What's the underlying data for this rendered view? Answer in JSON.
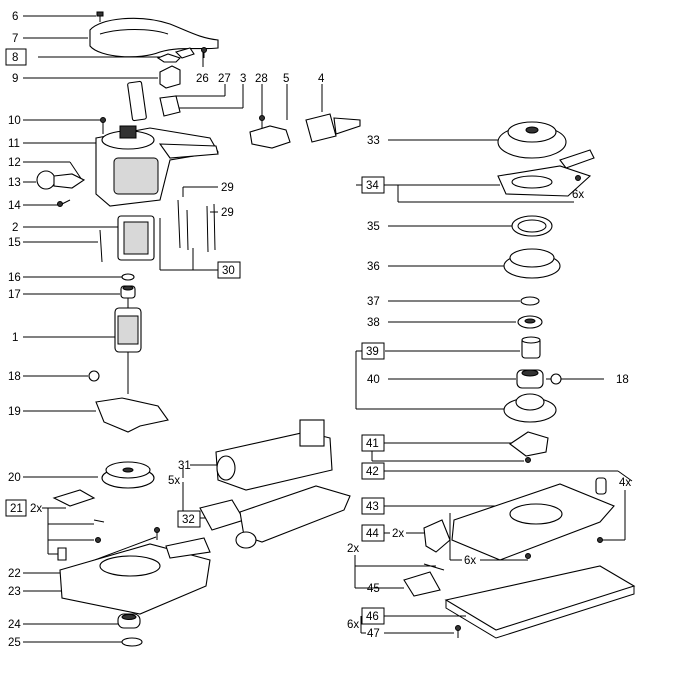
{
  "diagram": {
    "labels": [
      "6",
      "7",
      "8",
      "9",
      "26",
      "27",
      "3",
      "28",
      "5",
      "4",
      "10",
      "11",
      "12",
      "13",
      "14",
      "2",
      "15",
      "29",
      "29",
      "30",
      "16",
      "17",
      "1",
      "18",
      "19",
      "20",
      "21",
      "2x",
      "22",
      "23",
      "24",
      "25",
      "31",
      "5x",
      "32",
      "33",
      "34",
      "6x",
      "35",
      "36",
      "37",
      "38",
      "39",
      "40",
      "18",
      "41",
      "42",
      "4x",
      "43",
      "44",
      "2x",
      "2x",
      "6x",
      "45",
      "46",
      "6x",
      "47"
    ]
  }
}
